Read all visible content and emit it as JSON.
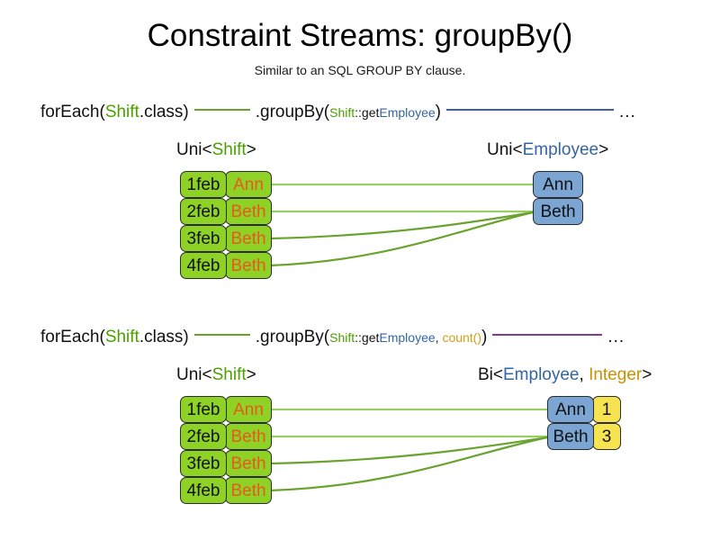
{
  "header": {
    "title": "Constraint Streams: groupBy()",
    "subtitle": "Similar to an SQL GROUP BY clause."
  },
  "colors": {
    "shift_green": "#8ed225",
    "employee_blue": "#7ba6d4",
    "count_yellow": "#f7e24f",
    "name_orange": "#e8591f",
    "token_shift": "#4ba000",
    "token_employee": "#3465a4",
    "token_count": "#d4a017",
    "token_integer": "#c69200",
    "link_green": "#6aa330",
    "rule_blue": "#3f5f9e",
    "rule_purple": "#7a3f8f"
  },
  "sections": [
    {
      "id": "groupby-single",
      "code": {
        "for_each": "forEach(",
        "for_each_type": "Shift",
        "for_each_class": ".class)",
        "group_by": ".groupBy(",
        "arg_class": "Shift",
        "arg_sep": "::get",
        "arg_prop": "Employee",
        "group_by_close": ")",
        "ellipsis": "..."
      },
      "left_caption": {
        "prefix": "Uni<",
        "type": "Shift",
        "suffix": ">"
      },
      "right_caption": {
        "prefix": "Uni<",
        "type": "Employee",
        "suffix": ">"
      },
      "shifts": [
        {
          "date": "1feb",
          "name": "Ann"
        },
        {
          "date": "2feb",
          "name": "Beth"
        },
        {
          "date": "3feb",
          "name": "Beth"
        },
        {
          "date": "4feb",
          "name": "Beth"
        }
      ],
      "results": [
        {
          "name": "Ann"
        },
        {
          "name": "Beth"
        }
      ]
    },
    {
      "id": "groupby-count",
      "code": {
        "for_each": "forEach(",
        "for_each_type": "Shift",
        "for_each_class": ".class)",
        "group_by": ".groupBy(",
        "arg_class": "Shift",
        "arg_sep": "::get",
        "arg_prop": "Employee",
        "arg_comma": ", ",
        "arg_count": "count()",
        "group_by_close": ")",
        "ellipsis": "..."
      },
      "left_caption": {
        "prefix": "Uni<",
        "type": "Shift",
        "suffix": ">"
      },
      "right_caption": {
        "prefix": "Bi<",
        "type": "Employee",
        "comma": ", ",
        "type2": "Integer",
        "suffix": ">"
      },
      "shifts": [
        {
          "date": "1feb",
          "name": "Ann"
        },
        {
          "date": "2feb",
          "name": "Beth"
        },
        {
          "date": "3feb",
          "name": "Beth"
        },
        {
          "date": "4feb",
          "name": "Beth"
        }
      ],
      "results": [
        {
          "name": "Ann",
          "count": "1"
        },
        {
          "name": "Beth",
          "count": "3"
        }
      ]
    }
  ]
}
